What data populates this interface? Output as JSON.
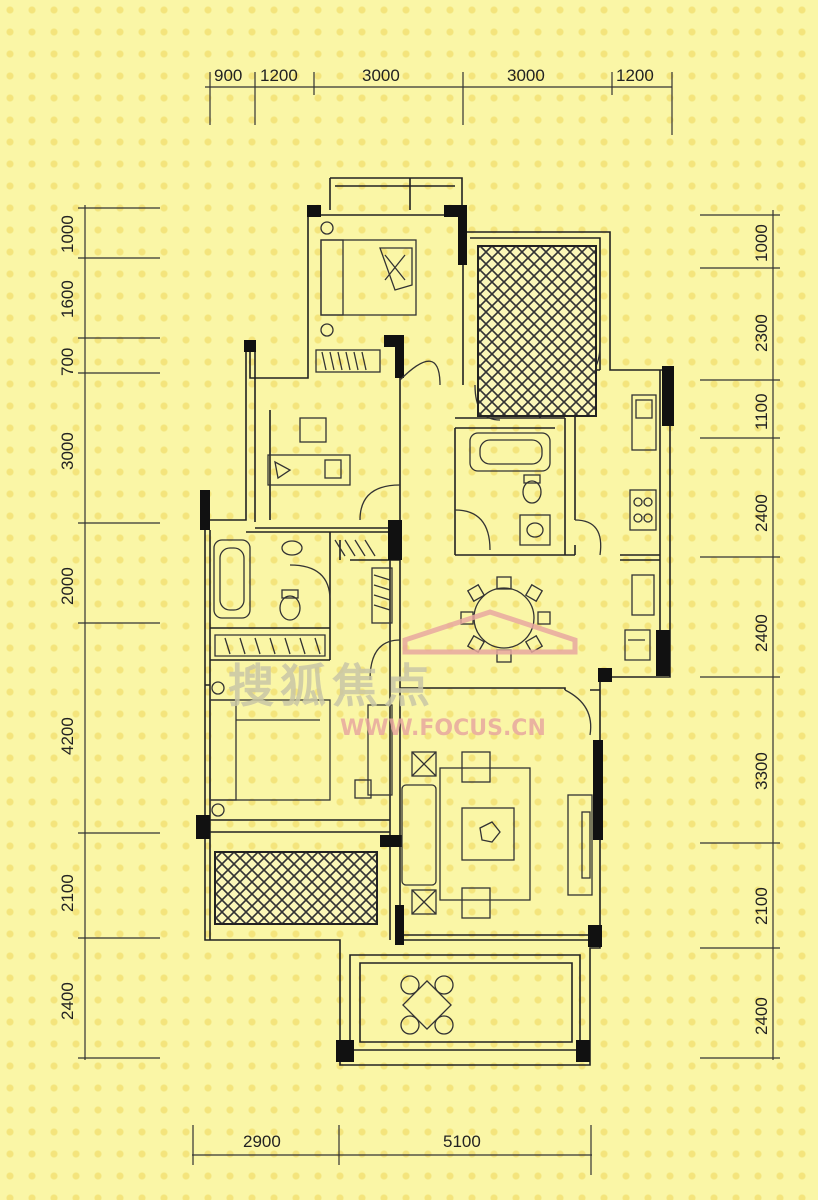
{
  "dimensions": {
    "top": [
      "900",
      "1200",
      "3000",
      "3000",
      "1200"
    ],
    "left": [
      "1000",
      "1600",
      "700",
      "3000",
      "2000",
      "4200",
      "2100",
      "2400"
    ],
    "right": [
      "1000",
      "2300",
      "1100",
      "2400",
      "2400",
      "3300",
      "2100",
      "2400"
    ],
    "bottom": [
      "2900",
      "5100"
    ]
  },
  "watermark": {
    "chinese": "搜狐焦点",
    "url": "WWW.FOCUS.CN"
  },
  "colors": {
    "background": "#faf6a6",
    "wall": "#111111",
    "watermark": "#e8a8a0"
  }
}
